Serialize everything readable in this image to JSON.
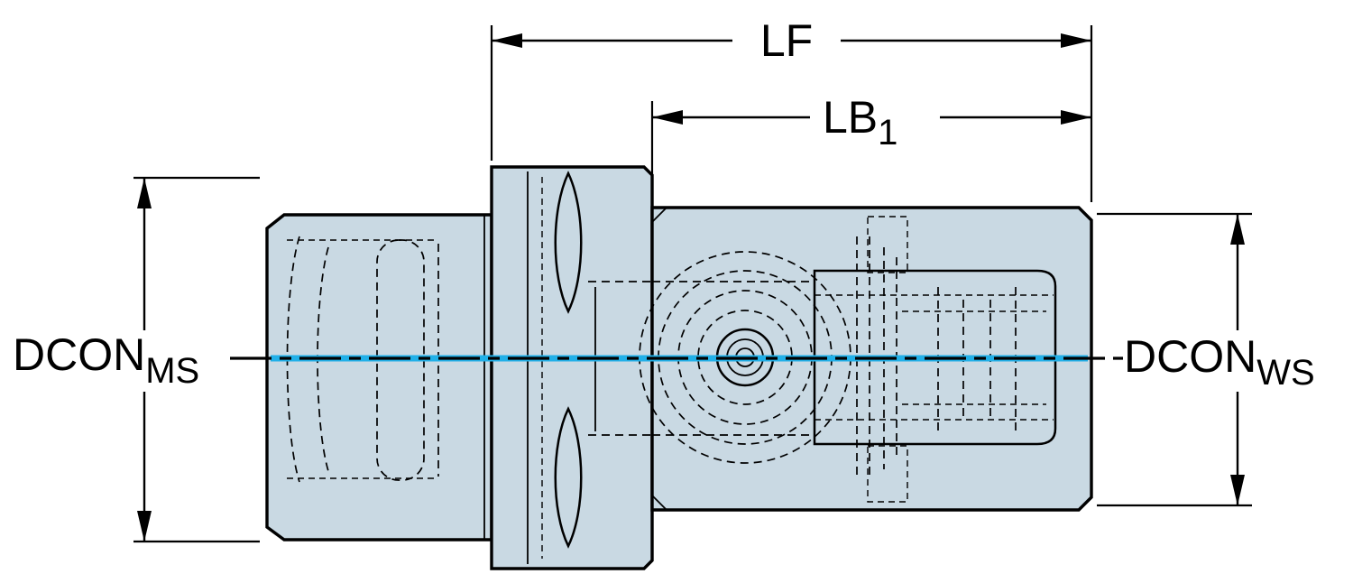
{
  "labels": {
    "length_full": "LF",
    "length_body": "LB",
    "length_body_sub": "1",
    "dcon_machine": "DCON",
    "dcon_machine_sub": "MS",
    "dcon_workpiece": "DCON",
    "dcon_workpiece_sub": "WS"
  },
  "colors": {
    "background": "#ffffff",
    "body_fill": "#c9d9e3",
    "body_fill_dark": "#c0d2dc",
    "centerline_accent": "#21b0e8",
    "line": "#000000"
  }
}
